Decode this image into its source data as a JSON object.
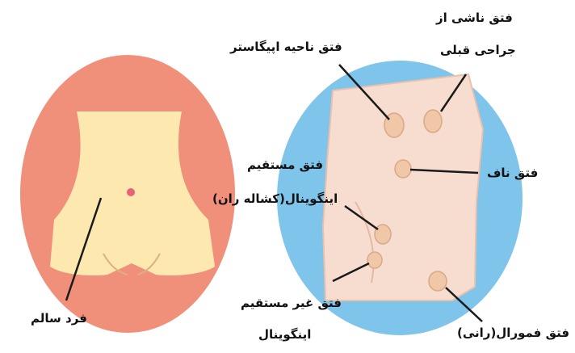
{
  "colors": {
    "healthy_circle": "#f0907a",
    "healthy_body": "#fde8b0",
    "hernia_circle": "#7fc4ea",
    "hernia_skin": "#f6ddd0",
    "bump": "#f0c8a8",
    "line": "#1a1a1a"
  },
  "labels": {
    "healthy_person": "فرد سالم",
    "epigastric": "فتق ناحیه اپیگاستر",
    "incisional_line1": "فتق ناشی از",
    "incisional_line2": "جراحی قبلی",
    "umbilical": "فتق ناف",
    "direct_inguinal_line1": "فتق مستقیم",
    "direct_inguinal_line2": "اینگوینال(کشاله ران)",
    "indirect_inguinal_line1": "فتق غیر مستقیم",
    "indirect_inguinal_line2": "اینگوینال",
    "femoral": "فتق فمورال(رانی)"
  }
}
